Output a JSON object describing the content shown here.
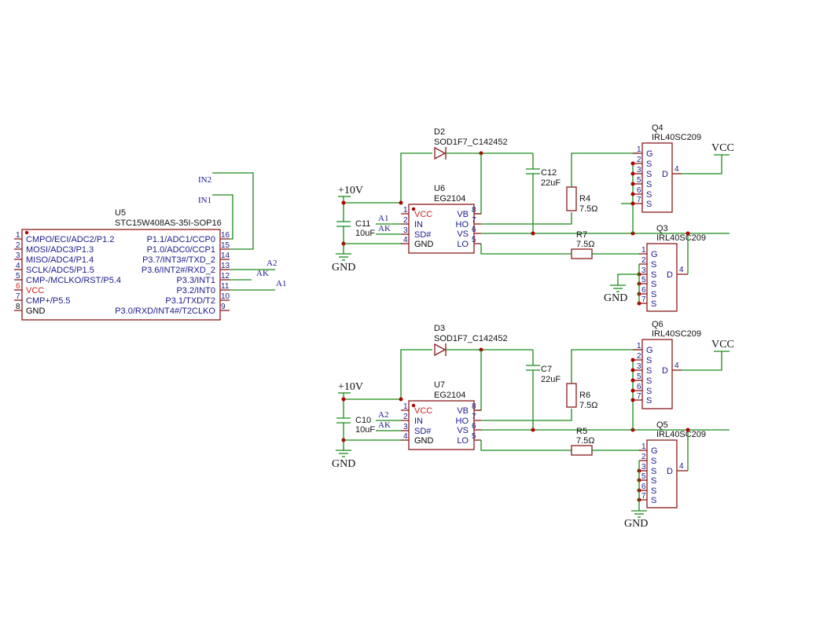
{
  "mcu": {
    "ref": "U5",
    "value": "STC15W408AS-35I-SOP16",
    "left_pins": [
      {
        "num": "1",
        "name": "CMPO/ECI/ADC2/P1.2"
      },
      {
        "num": "2",
        "name": "MOSI/ADC3/P1.3"
      },
      {
        "num": "3",
        "name": "MISO/ADC4/P1.4"
      },
      {
        "num": "4",
        "name": "SCLK/ADC5/P1.5"
      },
      {
        "num": "5",
        "name": "CMP-/MCLKO/RST/P5.4"
      },
      {
        "num": "6",
        "name": "VCC"
      },
      {
        "num": "7",
        "name": "CMP+/P5.5"
      },
      {
        "num": "8",
        "name": "GND"
      }
    ],
    "right_pins": [
      {
        "num": "16",
        "name": "P1.1/ADC1/CCP0"
      },
      {
        "num": "15",
        "name": "P1.0/ADC0/CCP1"
      },
      {
        "num": "14",
        "name": "P3.7/INT3#/TXD_2"
      },
      {
        "num": "13",
        "name": "P3.6/INT2#/RXD_2"
      },
      {
        "num": "12",
        "name": "P3.3/INT1"
      },
      {
        "num": "11",
        "name": "P3.2/INT0"
      },
      {
        "num": "10",
        "name": "P3.1/TXD/T2"
      },
      {
        "num": "9",
        "name": "P3.0/RXD/INT4#/T2CLKO"
      }
    ]
  },
  "mcu_nets": {
    "in2": "IN2",
    "in1": "IN1",
    "a2": "A2",
    "ak": "AK",
    "a1": "A1"
  },
  "stages": [
    {
      "diode_ref": "D2",
      "diode_value": "SOD1F7_C142452",
      "cap_ref": "C12",
      "cap_value": "22uF",
      "driver_ref": "U6",
      "driver_value": "EG2104",
      "in_cap_ref": "C11",
      "in_cap_value": "10uF",
      "supply": "+10V",
      "gnd": "GND",
      "net_in": "A1",
      "net_sd": "AK",
      "r_gate_high_ref": "R4",
      "r_gate_high_value": "7.5Ω",
      "r_gate_low_ref": "R7",
      "r_gate_low_value": "7.5Ω",
      "q_high_ref": "Q4",
      "q_high_value": "IRL40SC209",
      "q_low_ref": "Q3",
      "q_low_value": "IRL40SC209",
      "vcc": "VCC",
      "q_low_gnd": "GND"
    },
    {
      "diode_ref": "D3",
      "diode_value": "SOD1F7_C142452",
      "cap_ref": "C7",
      "cap_value": "22uF",
      "driver_ref": "U7",
      "driver_value": "EG2104",
      "in_cap_ref": "C10",
      "in_cap_value": "10uF",
      "supply": "+10V",
      "gnd": "GND",
      "net_in": "A2",
      "net_sd": "AK",
      "r_gate_high_ref": "R6",
      "r_gate_high_value": "7.5Ω",
      "r_gate_low_ref": "R5",
      "r_gate_low_value": "7.5Ω",
      "q_high_ref": "Q6",
      "q_high_value": "IRL40SC209",
      "q_low_ref": "Q5",
      "q_low_value": "IRL40SC209",
      "vcc": "VCC",
      "q_low_gnd": "GND"
    }
  ],
  "driver_pins": {
    "left": [
      {
        "num": "1",
        "name": "VCC"
      },
      {
        "num": "2",
        "name": "IN"
      },
      {
        "num": "3",
        "name": "SD#"
      },
      {
        "num": "4",
        "name": "GND"
      }
    ],
    "right": [
      {
        "num": "8",
        "name": "VB"
      },
      {
        "num": "7",
        "name": "HO"
      },
      {
        "num": "6",
        "name": "VS"
      },
      {
        "num": "5",
        "name": "LO"
      }
    ]
  },
  "mosfet_pins": {
    "left": [
      {
        "num": "1",
        "name": "G"
      },
      {
        "num": "2",
        "name": "S"
      },
      {
        "num": "3",
        "name": "S"
      },
      {
        "num": "5",
        "name": "S"
      },
      {
        "num": "6",
        "name": "S"
      },
      {
        "num": "7",
        "name": "S"
      }
    ],
    "drain_num": "4",
    "drain_name": "D"
  },
  "colors": {
    "wire": "#1a8a1a",
    "body": "#8b1a1a",
    "junction": "#b00000",
    "pin_text": "#1a1a8b",
    "vcc_pin": "#cc2222"
  }
}
